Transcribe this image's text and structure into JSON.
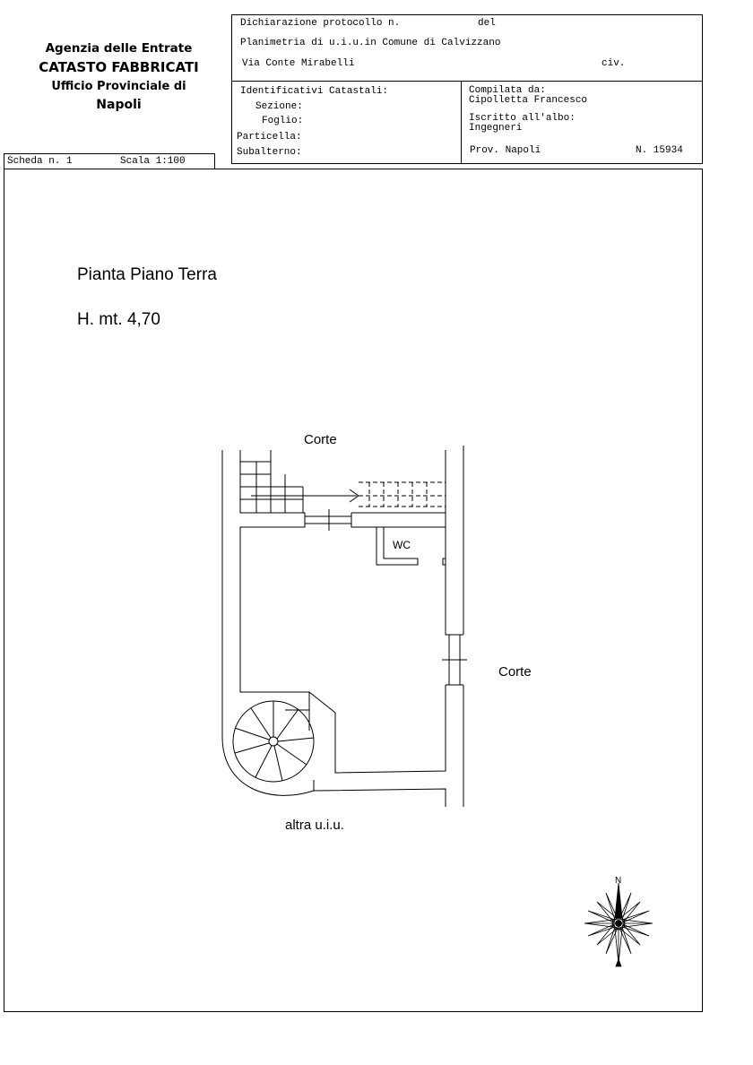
{
  "agency": {
    "line1": "Agenzia delle Entrate",
    "line2": "CATASTO FABBRICATI",
    "line3": "Ufficio Provinciale di",
    "line4": "Napoli"
  },
  "header": {
    "dichiarazione": "Dichiarazione protocollo n.",
    "del": "del",
    "planimetria": "Planimetria di u.i.u.in Comune di Calvizzano",
    "via": "Via Conte Mirabelli",
    "civ": "civ."
  },
  "identificativi": {
    "title": "Identificativi Catastali:",
    "sezione": "Sezione:",
    "foglio": "Foglio:",
    "particella": "Particella:",
    "subalterno": "Subalterno:"
  },
  "compilata": {
    "label": "Compilata da:",
    "name": "Cipolletta Francesco",
    "iscritto_label": "Iscritto all'albo:",
    "albo": "Ingegneri",
    "prov": "Prov. Napoli",
    "numero": "N. 15934"
  },
  "scheda": {
    "scheda": "Scheda n. 1",
    "scala": "Scala 1:100"
  },
  "plan": {
    "title": "Pianta Piano Terra",
    "height": "H. mt. 4,70",
    "corte_top": "Corte",
    "corte_right": "Corte",
    "wc": "WC",
    "altra": "altra u.i.u."
  },
  "compass": {
    "north": "N"
  }
}
